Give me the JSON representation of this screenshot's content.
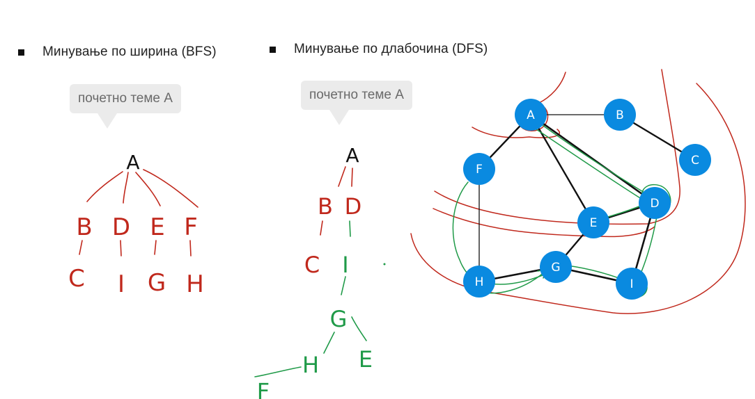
{
  "headings": {
    "bfs": "Минување по ширина (BFS)",
    "dfs": "Минување по длабочина (DFS)"
  },
  "callouts": {
    "bfs": "почетно теме A",
    "dfs": "почетно теме A"
  },
  "bfs_tree": {
    "root": "A",
    "level1": [
      "B",
      "D",
      "E",
      "F"
    ],
    "level2": [
      "C",
      "I",
      "G",
      "H"
    ]
  },
  "dfs_tree": {
    "root": "A",
    "level1": [
      "B",
      "D"
    ],
    "level2": [
      "C",
      "I"
    ],
    "level3": "G",
    "level4": [
      "H",
      "E"
    ],
    "level5": "F"
  },
  "graph": {
    "nodes": [
      "A",
      "B",
      "C",
      "D",
      "E",
      "F",
      "G",
      "H",
      "I"
    ],
    "edges": [
      [
        "A",
        "B"
      ],
      [
        "B",
        "C"
      ],
      [
        "A",
        "F"
      ],
      [
        "A",
        "E"
      ],
      [
        "A",
        "D"
      ],
      [
        "F",
        "H"
      ],
      [
        "E",
        "D"
      ],
      [
        "E",
        "G"
      ],
      [
        "H",
        "G"
      ],
      [
        "G",
        "I"
      ],
      [
        "D",
        "I"
      ]
    ]
  },
  "colors": {
    "node_fill": "#0a8ae0",
    "node_text": "#ffffff",
    "red_ink": "#c0281c",
    "green_ink": "#1f9a48",
    "edge": "#111111"
  }
}
